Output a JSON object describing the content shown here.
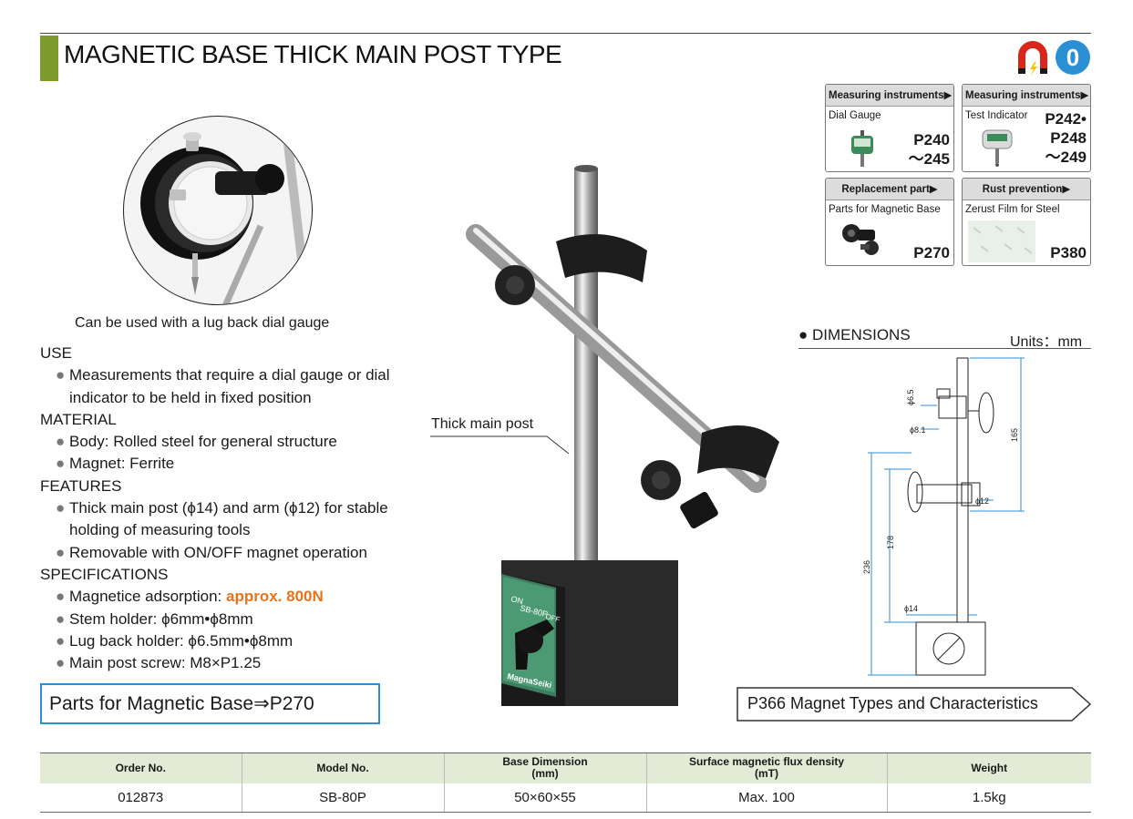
{
  "title": "MAGNETIC BASE THICK MAIN POST TYPE",
  "colors": {
    "accent_green": "#7d9b2c",
    "magnet_red": "#d9261c",
    "info_blue": "#2b8fd4",
    "highlight_orange": "#e8731a",
    "table_header_bg": "#e3ead5"
  },
  "header_icons": [
    "magnet-icon",
    "zero-badge-icon"
  ],
  "zero_badge": "0",
  "refs": [
    {
      "head": "Measuring instruments▶",
      "sub": "Dial Gauge",
      "page_lines": [
        "P240",
        "～245"
      ],
      "icon": "dial-gauge-icon"
    },
    {
      "head": "Measuring instruments▶",
      "sub": "Test Indicator",
      "page_lines": [
        "P242•",
        "P248",
        "～249"
      ],
      "icon": "test-indicator-icon"
    },
    {
      "head": "Replacement part▶",
      "sub": "Parts for Magnetic Base",
      "page_lines": [
        "P270"
      ],
      "icon": "lug-holder-icon"
    },
    {
      "head": "Rust prevention▶",
      "sub": "Zerust Film for Steel",
      "page_lines": [
        "P380"
      ],
      "icon": "zerust-film-icon"
    }
  ],
  "caption": "Can be used with a lug back dial gauge",
  "sections": {
    "use": {
      "heading": "USE",
      "items": [
        "Measurements that require a dial gauge or dial indicator to be held in fixed position"
      ]
    },
    "material": {
      "heading": "MATERIAL",
      "items": [
        "Body: Rolled steel for general structure",
        "Magnet: Ferrite"
      ]
    },
    "features": {
      "heading": "FEATURES",
      "items": [
        "Thick main post (ϕ14) and arm (ϕ12) for stable holding of measuring tools",
        "Removable with ON/OFF magnet operation"
      ]
    },
    "specifications": {
      "heading": "SPECIFICATIONS",
      "adsorption_label": "Magnetice adsorption: ",
      "adsorption_value": "approx. 800N",
      "items": [
        "Stem holder: ϕ6mm•ϕ8mm",
        "Lug back holder: ϕ6.5mm•ϕ8mm",
        "Main post screw: M8×P1.25"
      ]
    }
  },
  "parts_link": "Parts for Magnetic Base⇒P270",
  "product": {
    "post_label": "Thick main post",
    "base_model": "SB-80P",
    "on_label": "ON",
    "off_label": "OFF",
    "brand": "MagnaSeiki"
  },
  "dimensions": {
    "heading": "DIMENSIONS",
    "units": "Units：mm",
    "labels": {
      "d65": "ϕ6.5",
      "d81": "ϕ8.1",
      "h165": "165",
      "d12": "ϕ12",
      "h178": "178",
      "h236": "236",
      "d14": "ϕ14"
    }
  },
  "magnet_types_link": "P366 Magnet Types and Characteristics",
  "table": {
    "headers": [
      [
        "Order No."
      ],
      [
        "Model No."
      ],
      [
        "Base Dimension",
        "(mm)"
      ],
      [
        "Surface magnetic flux density",
        "(mT)"
      ],
      [
        "Weight"
      ]
    ],
    "rows": [
      [
        "012873",
        "SB-80P",
        "50×60×55",
        "Max. 100",
        "1.5kg"
      ]
    ]
  }
}
